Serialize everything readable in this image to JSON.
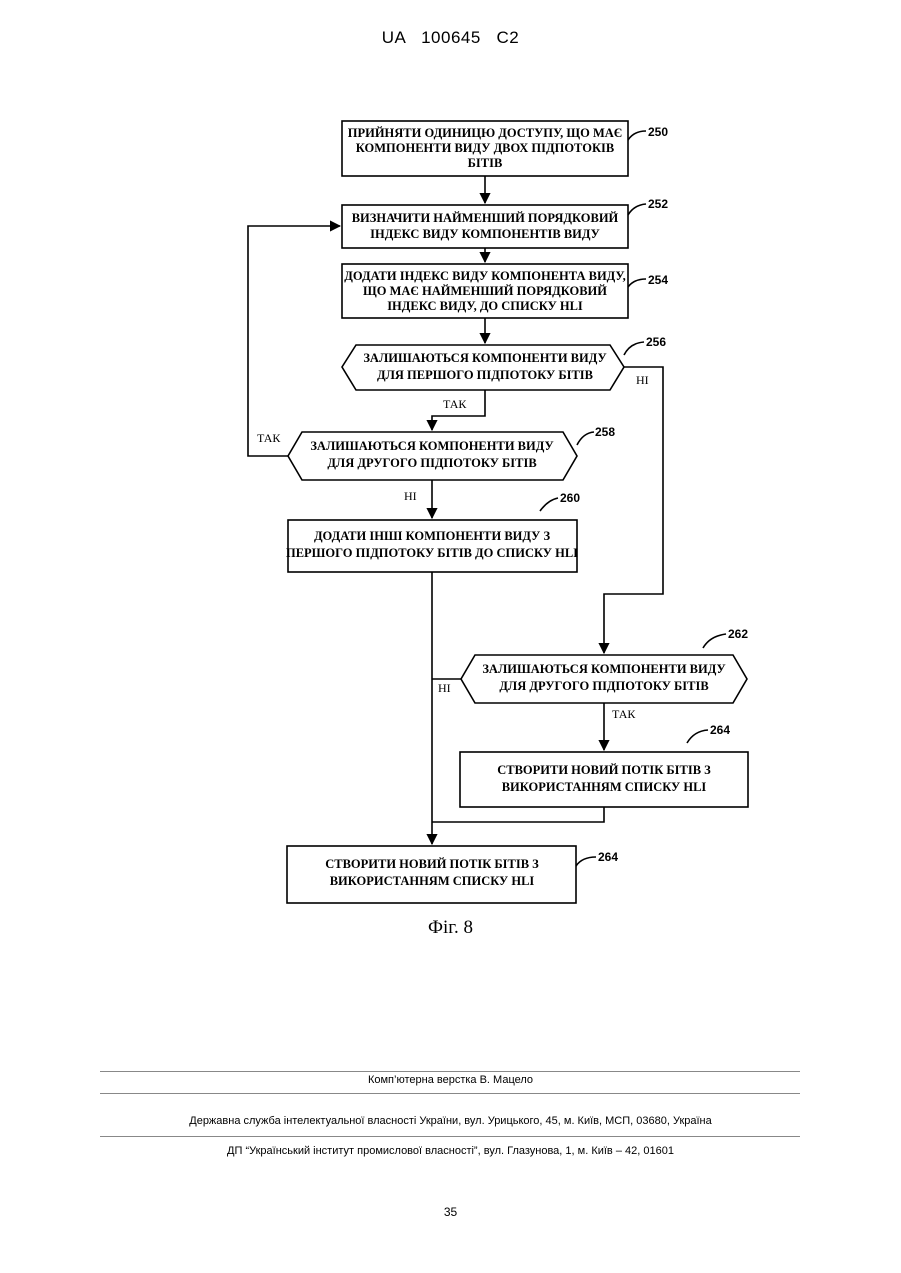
{
  "header": {
    "patent_id": "UA   100645   C2"
  },
  "flowchart": {
    "s250": {
      "ref": "250",
      "lines": [
        "ПРИЙНЯТИ ОДИНИЦЮ ДОСТУПУ, ЩО МАЄ",
        "КОМПОНЕНТИ ВИДУ ДВОХ ПІДПОТОКІВ",
        "БІТІВ"
      ]
    },
    "s252": {
      "ref": "252",
      "lines": [
        "ВИЗНАЧИТИ НАЙМЕНШИЙ ПОРЯДКОВИЙ",
        "ІНДЕКС ВИДУ КОМПОНЕНТІВ ВИДУ"
      ]
    },
    "s254": {
      "ref": "254",
      "lines": [
        "ДОДАТИ ІНДЕКС ВИДУ КОМПОНЕНТА ВИДУ,",
        "ЩО МАЄ НАЙМЕНШИЙ ПОРЯДКОВИЙ",
        "ІНДЕКС ВИДУ, ДО СПИСКУ HLI"
      ]
    },
    "s256": {
      "ref": "256",
      "lines": [
        "ЗАЛИШАЮТЬСЯ КОМПОНЕНТИ ВИДУ",
        "ДЛЯ ПЕРШОГО ПІДПОТОКУ БІТІВ"
      ],
      "yes": "ТАК",
      "no": "НІ"
    },
    "s258": {
      "ref": "258",
      "lines": [
        "ЗАЛИШАЮТЬСЯ КОМПОНЕНТИ ВИДУ",
        "ДЛЯ ДРУГОГО ПІДПОТОКУ БІТІВ"
      ],
      "yes": "ТАК",
      "no": "НІ"
    },
    "s260": {
      "ref": "260",
      "lines": [
        "ДОДАТИ ІНШІ КОМПОНЕНТИ ВИДУ З",
        "ПЕРШОГО ПІДПОТОКУ БІТІВ ДО СПИСКУ HLI"
      ]
    },
    "s262": {
      "ref": "262",
      "lines": [
        "ЗАЛИШАЮТЬСЯ КОМПОНЕНТИ ВИДУ",
        "ДЛЯ ДРУГОГО ПІДПОТОКУ БІТІВ"
      ],
      "yes": "ТАК",
      "no": "НІ"
    },
    "s264a": {
      "ref": "264",
      "lines": [
        "СТВОРИТИ НОВИЙ ПОТІК БІТІВ З",
        "ВИКОРИСТАННЯМ СПИСКУ HLI"
      ]
    },
    "s264b": {
      "ref": "264",
      "lines": [
        "СТВОРИТИ НОВИЙ ПОТІК БІТІВ З",
        "ВИКОРИСТАННЯМ СПИСКУ HLI"
      ]
    }
  },
  "caption": "Фіг. 8",
  "footer": {
    "layout_credit": "Комп’ютерна верстка В. Мацело",
    "agency": "Державна служба інтелектуальної власності України, вул. Урицького, 45, м. Київ, МСП, 03680, Україна",
    "institute": "ДП “Український інститут промислової власності”, вул. Глазунова, 1, м. Київ – 42, 01601",
    "page_number": "35"
  }
}
